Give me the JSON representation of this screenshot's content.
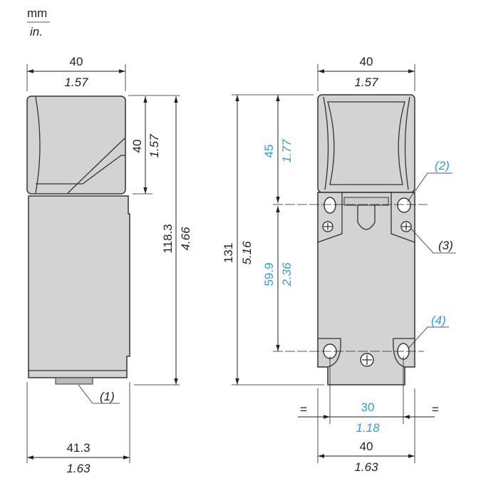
{
  "units": {
    "primary": "mm",
    "secondary": "in."
  },
  "side_view": {
    "width_mm": "40",
    "width_in": "1.57",
    "head_height_mm": "40",
    "head_height_in": "1.57",
    "height_mm": "118.3",
    "height_in": "4.66",
    "base_width_mm": "41.3",
    "base_width_in": "1.63",
    "callout_1": "(1)"
  },
  "front_view": {
    "width_mm": "40",
    "width_in": "1.57",
    "height_mm": "131",
    "height_in": "5.16",
    "head_to_hole_mm": "45",
    "head_to_hole_in": "1.77",
    "hole_spacing_mm": "59.9",
    "hole_spacing_in": "2.36",
    "hole_center_mm": "30",
    "hole_center_in": "1.18",
    "base_width_mm": "40",
    "base_width_in": "1.63",
    "equal_mark": "=",
    "callout_2": "(2)",
    "callout_3": "(3)",
    "callout_4": "(4)"
  },
  "colors": {
    "accent": "#2a9fd6",
    "body": "#d3d3d3"
  }
}
